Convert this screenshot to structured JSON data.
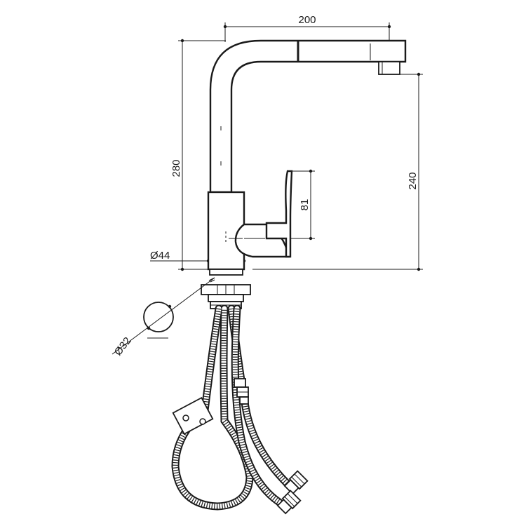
{
  "dimensions": {
    "spout_reach": "200",
    "total_height": "280",
    "outlet_height": "240",
    "lever_height": "81",
    "base_diameter": "Ø44",
    "hole_diameter": "Ø32"
  },
  "colors": {
    "line": "#1a1a1a",
    "background": "#ffffff"
  }
}
